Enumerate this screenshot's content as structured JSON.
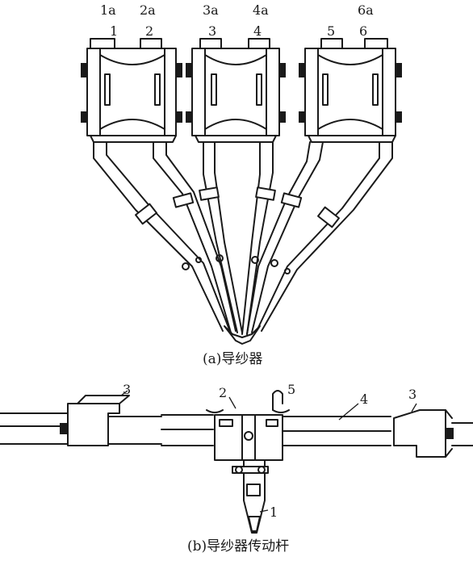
{
  "figure_a": {
    "caption": "(a)导纱器",
    "top_labels": [
      "1a",
      "2a",
      "3a",
      "4a",
      "6a"
    ],
    "unit_labels": [
      "1",
      "2",
      "3",
      "4",
      "5",
      "6"
    ]
  },
  "figure_b": {
    "caption": "(b)导纱器传动杆",
    "labels": {
      "clamp_left": "3",
      "guide_top": "2",
      "hook": "5",
      "rod": "4",
      "clamp_right": "3",
      "nozzle": "1"
    }
  },
  "colors": {
    "ink": "#1a1a1a",
    "paper": "#ffffff"
  }
}
